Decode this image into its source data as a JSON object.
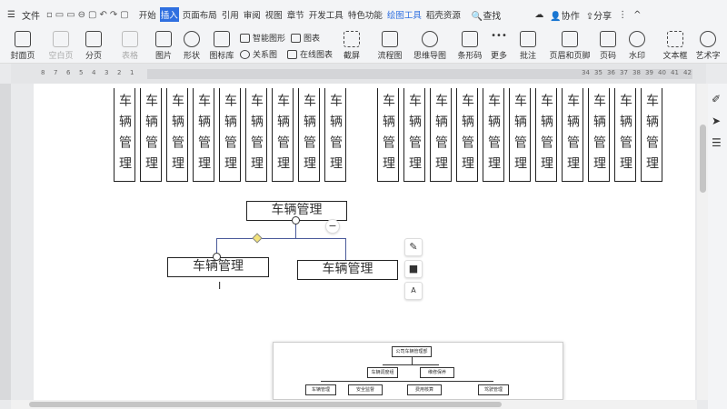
{
  "titlebar": {
    "menu": "文件",
    "tabs": [
      "开始",
      "插入",
      "页面布局",
      "引用",
      "审阅",
      "视图",
      "章节",
      "开发工具",
      "特色功能",
      "绘图工具",
      "稻壳资源"
    ],
    "search": "查找",
    "collab": "协作",
    "share": "分享"
  },
  "ribbon": {
    "cover": "封面页",
    "blank": "空白页",
    "pagebreak": "分页",
    "table": "表格",
    "picture": "图片",
    "shape": "形状",
    "iconlib": "图标库",
    "smartart": "智能图形",
    "chart": "图表",
    "relation": "关系图",
    "onlinechart": "在线图表",
    "screenshot": "截屏",
    "flowchart": "流程图",
    "mindmap": "思维导图",
    "barcode": "条形码",
    "more": "更多",
    "comment": "批注",
    "headerfooter": "页眉和页脚",
    "pagenum": "页码",
    "watermark": "水印",
    "textbox": "文本框",
    "wordart": "艺术字"
  },
  "ruler": {
    "left_ticks": [
      "8",
      "7",
      "6",
      "5",
      "4",
      "3",
      "2",
      "1"
    ],
    "right_ticks": [
      "34",
      "35",
      "36",
      "37",
      "38",
      "39",
      "40",
      "41",
      "42"
    ]
  },
  "document": {
    "vertical_box_text": "车辆管理",
    "vertical_box_count_left": 9,
    "vertical_box_count_right": 11,
    "top_box": "车辆管理",
    "left_box": "车辆管理",
    "right_box": "车辆管理"
  },
  "thumbnail": {
    "root": "公司车辆管理部",
    "mid": [
      "车辆调度组",
      "维修保养"
    ],
    "leaf": [
      "车辆管理",
      "安全监督",
      "费用核算",
      "驾驶管理"
    ]
  }
}
